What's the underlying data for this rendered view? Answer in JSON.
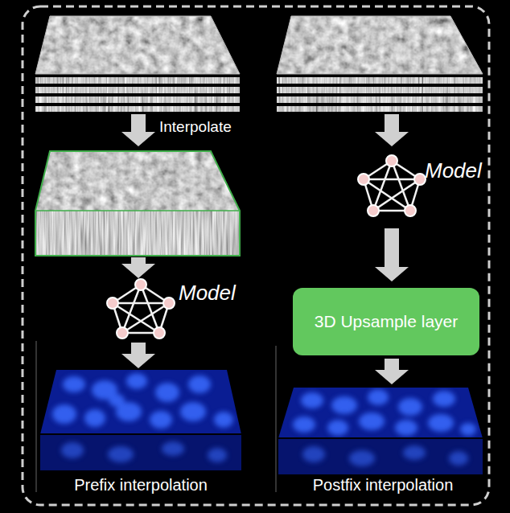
{
  "diagram": {
    "nodes": [
      {
        "text": [
          "3D Upsample layer"
        ]
      }
    ],
    "labels": [
      "Interpolate",
      "Model",
      "Model",
      "Prefix interpolation",
      "Postfix interpolation"
    ]
  }
}
